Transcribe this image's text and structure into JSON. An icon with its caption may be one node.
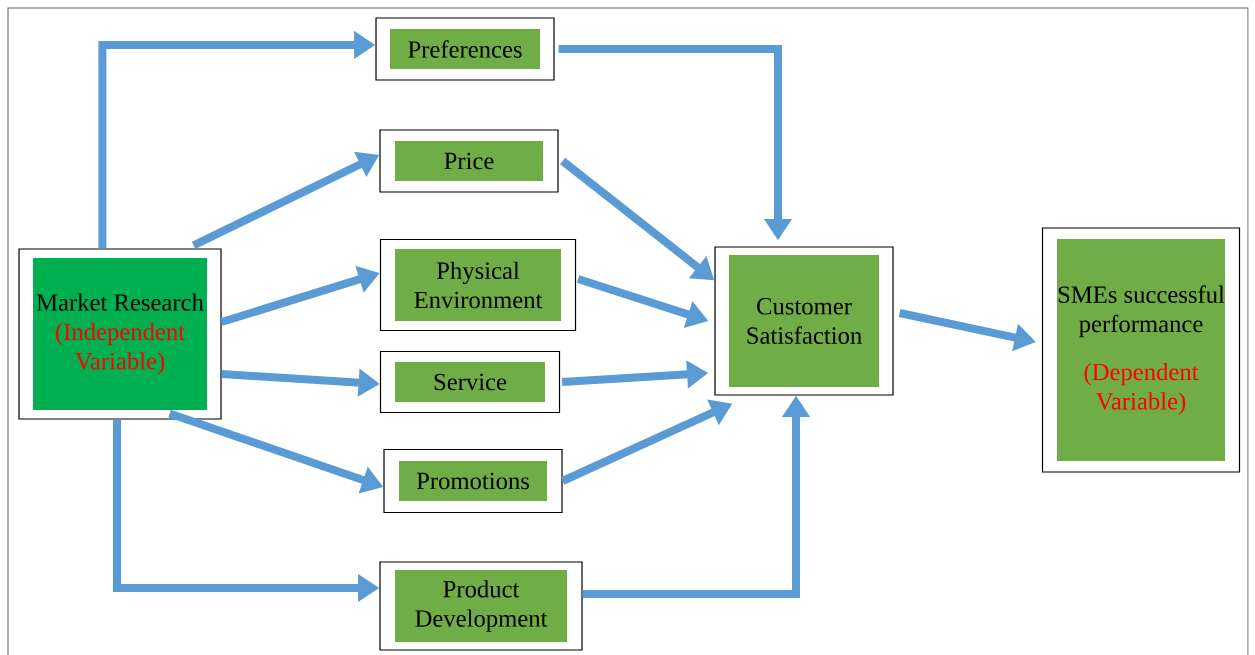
{
  "diagram": {
    "nodes": [
      {
        "text": [
          "Market Research",
          "(Independent Variable)"
        ]
      },
      {
        "text": [
          "Preferences"
        ]
      },
      {
        "text": [
          "Price"
        ]
      },
      {
        "text": [
          "Physical Environment"
        ]
      },
      {
        "text": [
          "Service"
        ]
      },
      {
        "text": [
          "Promotions"
        ]
      },
      {
        "text": [
          "Product Development"
        ]
      },
      {
        "text": [
          "Customer Satisfaction"
        ]
      },
      {
        "text": [
          "SMEs successful performance",
          "(Dependent Variable)"
        ]
      }
    ],
    "edges": [
      {
        "from": 0,
        "to": 1,
        "arrow": "to"
      },
      {
        "from": 0,
        "to": 2,
        "arrow": "to"
      },
      {
        "from": 0,
        "to": 3,
        "arrow": "to"
      },
      {
        "from": 0,
        "to": 4,
        "arrow": "to"
      },
      {
        "from": 0,
        "to": 5,
        "arrow": "to"
      },
      {
        "from": 0,
        "to": 6,
        "arrow": "to"
      },
      {
        "from": 1,
        "to": 7,
        "arrow": "to"
      },
      {
        "from": 2,
        "to": 7,
        "arrow": "to"
      },
      {
        "from": 3,
        "to": 7,
        "arrow": "to"
      },
      {
        "from": 4,
        "to": 7,
        "arrow": "to"
      },
      {
        "from": 5,
        "to": 7,
        "arrow": "to"
      },
      {
        "from": 6,
        "to": 7,
        "arrow": "to"
      },
      {
        "from": 7,
        "to": 8,
        "arrow": "to"
      }
    ]
  }
}
